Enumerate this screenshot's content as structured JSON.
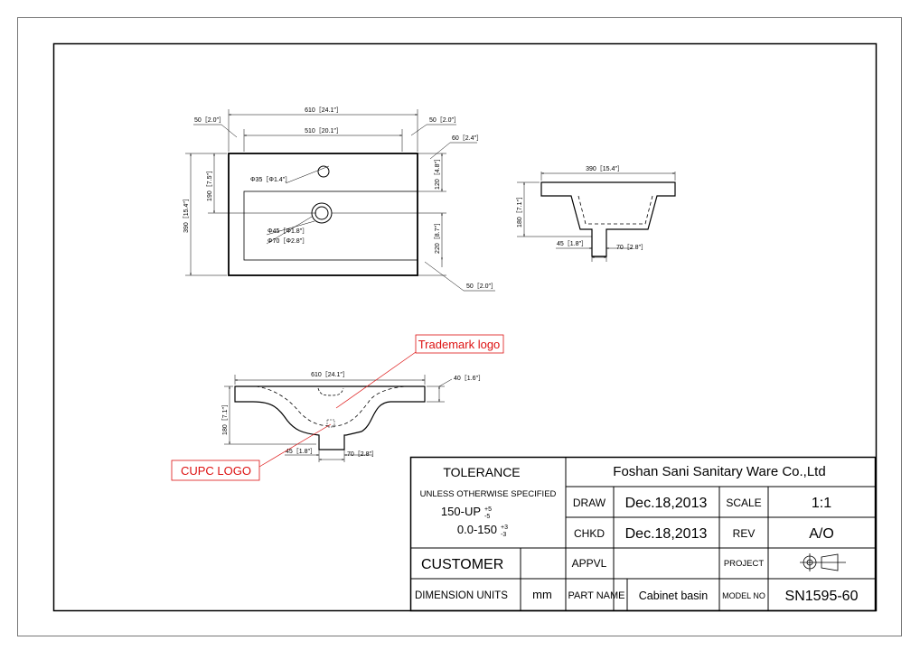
{
  "top_view": {
    "overall_width": "610［24.1″］",
    "basin_width": "510［20.1″］",
    "left_rim": "50［2.0″］",
    "right_rim": "50［2.0″］",
    "rim_60": "60［2.4″］",
    "rim_50_bottom": "50［2.0″］",
    "hole_35": "Φ35［Φ1.4″］",
    "hole_45": "Φ45［Φ1.8″］",
    "hole_70": "Φ70［Φ2.8″］",
    "height_390": "390［15.4″］",
    "height_190": "190［7.5″］",
    "height_120": "120［4.8″］",
    "height_220": "220［8.7″］"
  },
  "side_view": {
    "width_390": "390［15.4″］",
    "height_180": "180［7.1″］",
    "drain_45": "45［1.8″］",
    "drain_70": "70［2.8″］"
  },
  "front_view": {
    "width_610": "610［24.1″］",
    "thickness_40": "40［1.6″］",
    "height_180": "180［7.1″］",
    "drain_45": "45［1.8″］",
    "drain_70": "70［2.8″］"
  },
  "callouts": {
    "trademark": "Trademark logo",
    "cupc": "CUPC LOGO"
  },
  "title_block": {
    "tolerance": "TOLERANCE",
    "unless": "UNLESS OTHERWISE SPECIFIED",
    "tol1_range": "150-UP",
    "tol1_plus": "+5",
    "tol1_minus": "-5",
    "tol2_range": "0.0-150",
    "tol2_plus": "+3",
    "tol2_minus": "-3",
    "customer": "CUSTOMER",
    "dimension_units": "DIMENSION UNITS",
    "units_value": "mm",
    "company": "Foshan Sani Sanitary Ware Co.,Ltd",
    "draw_label": "DRAW",
    "draw_date": "Dec.18,2013",
    "scale_label": "SCALE",
    "scale_value": "1:1",
    "chkd_label": "CHKD",
    "chkd_date": "Dec.18,2013",
    "rev_label": "REV",
    "rev_value": "A/O",
    "appvl_label": "APPVL",
    "project_label": "PROJECT",
    "part_name_label": "PART NAME",
    "part_name_value": "Cabinet basin",
    "model_no_label": "MODEL NO",
    "model_no_value": "SN1595-60"
  },
  "colors": {
    "line": "#000000",
    "callout": "#d11111"
  }
}
